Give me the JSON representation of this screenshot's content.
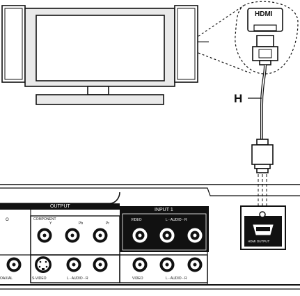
{
  "cable": {
    "label": "H"
  },
  "callout": {
    "hdmi_label": "HDMI"
  },
  "panel": {
    "output_header": "OUTPUT",
    "input_header": "INPUT 1",
    "output_left_fragment": "O",
    "component_label": "COMPONENT",
    "component_jacks": [
      "Y",
      "Pb",
      "Pr"
    ],
    "coaxial_label": "OAXIAL",
    "svideo_label": "S-VIDEO",
    "output_audio_label": "L - AUDIO - R",
    "input_video_label": "VIDEO",
    "input_audio_label": "L - AUDIO - R",
    "lower_video_label": "VIDEO",
    "lower_audio_label": "L - AUDIO - R",
    "hdmi_output_label": "HDMI OUTPUT"
  }
}
